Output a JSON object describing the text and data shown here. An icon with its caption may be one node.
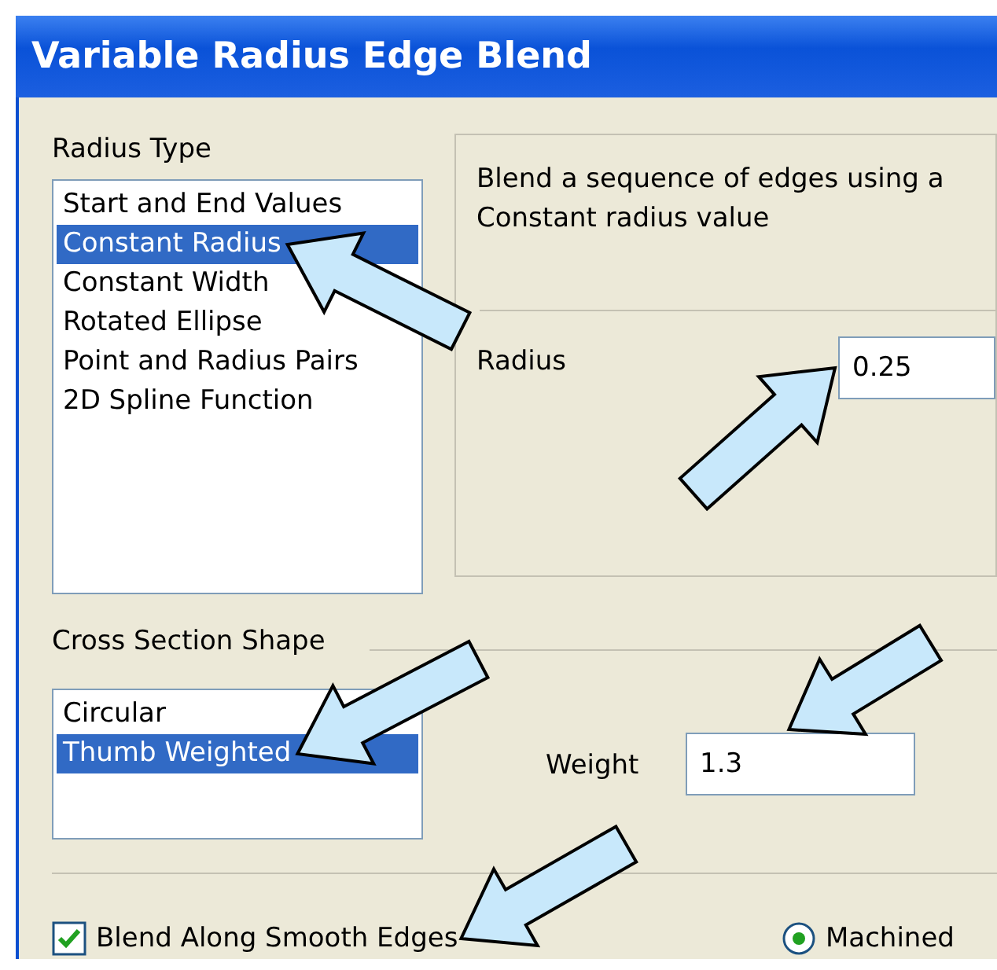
{
  "diagram": {
    "title": "Variable Radius Edge Blend",
    "nodes": [
      {
        "text": [
          "Radius Type"
        ]
      },
      {
        "text": [],
        "shape": "box",
        "in": 0
      },
      {
        "text": [
          "Start and End Values"
        ],
        "in": 1
      },
      {
        "text": [
          "Constant Radius"
        ],
        "in": 1
      },
      {
        "text": [
          "Constant Width"
        ],
        "in": 1
      },
      {
        "text": [
          "Rotated Ellipse"
        ],
        "in": 1
      },
      {
        "text": [
          "Point and Radius Pairs"
        ],
        "in": 1
      },
      {
        "text": [
          "2D Spline Function"
        ],
        "in": 1
      },
      {
        "text": [
          "Blend a sequence of edges using a Constant radius value"
        ]
      },
      {
        "text": [
          "0.25"
        ],
        "in": 8
      },
      {
        "text": [
          "Cross Section Shape"
        ]
      },
      {
        "text": [],
        "shape": "box"
      },
      {
        "text": [
          "Circular"
        ],
        "in": 11
      },
      {
        "text": [
          "Thumb Weighted"
        ],
        "in": 11
      },
      {
        "text": [
          "1.3"
        ]
      },
      {
        "text": [
          "Blend Along Smooth Edges"
        ]
      },
      {
        "text": [
          "Machined"
        ]
      }
    ],
    "edges": [
      {
        "from": null,
        "to": 3,
        "arrow": "to"
      },
      {
        "from": null,
        "to": 9,
        "arrow": "to"
      },
      {
        "from": null,
        "to": 13,
        "arrow": "to"
      },
      {
        "from": null,
        "to": 14,
        "arrow": "to"
      },
      {
        "from": null,
        "to": 15,
        "arrow": "to"
      }
    ],
    "labels": [
      "Radius",
      "Weight"
    ]
  }
}
